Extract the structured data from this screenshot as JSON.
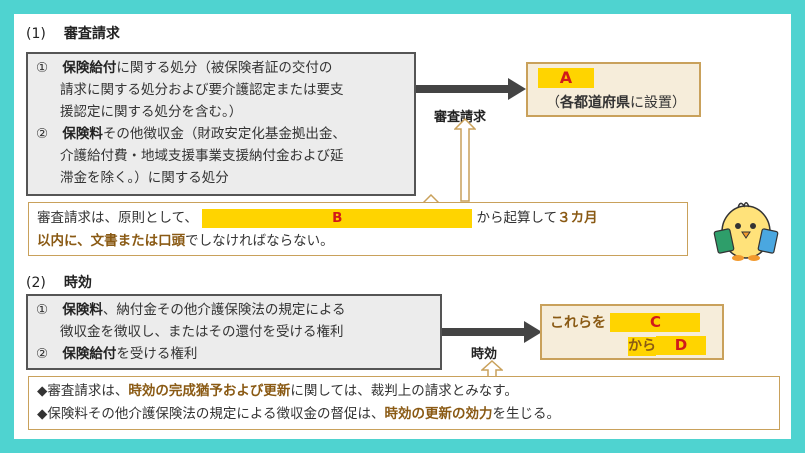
{
  "section1": {
    "num": "(1)",
    "title": "審査請求",
    "item1_mark": "①",
    "item1_bold": "保険給付",
    "item1_text1": "に関する処分（被保険者証の交付の",
    "item1_text2": "請求に関する処分および要介護認定または要支",
    "item1_text3": "援認定に関する処分を含む。）",
    "item2_mark": "②",
    "item2_bold": "保険料",
    "item2_text1": "その他徴収金（財政安定化基金拠出金、",
    "item2_text2": "介護給付費・地域支援事業支援納付金および延",
    "item2_text3": "滞金を除く。）に関する処分",
    "arrow_label": "審査請求",
    "result_blank": "A",
    "result_paren_open": "（",
    "result_bold": "各都道府県",
    "result_rest": "に設置）",
    "note_text1": "審査請求は、原則として、",
    "note_blank": "B",
    "note_text2": "から起算して",
    "note_bold1": "３カ月",
    "note_bold2": "以内に、文書または口頭",
    "note_text3": "でしなければならない。"
  },
  "section2": {
    "num": "(2)",
    "title": "時効",
    "item1_mark": "①",
    "item1_bold": "保険料",
    "item1_text1": "、納付金その他介護保険法の規定による",
    "item1_text2": "徴収金を徴収し、またはその還付を受ける権利",
    "item2_mark": "②",
    "item2_bold": "保険給付",
    "item2_text1": "を受ける権利",
    "arrow_label": "時効",
    "result_prefix": "これらを",
    "result_blank_c": "C",
    "result_kara": "から",
    "result_blank_d": "D",
    "note1_prefix": "◆審査請求は、",
    "note1_bold": "時効の完成猶予および更新",
    "note1_suffix": "に関しては、裁判上の請求とみなす。",
    "note2_prefix": "◆保険料その他介護保険法の規定による徴収金の督促は、",
    "note2_bold": "時効の更新の効力",
    "note2_suffix": "を生じる。"
  },
  "colors": {
    "accent": "#4fd3d0",
    "highlight": "#ffd400",
    "answer_letter": "#d11a1a",
    "brown": "#8a5a14",
    "result_bg": "#f6edda"
  },
  "icons": {
    "mascot": "chick-reading-icon"
  }
}
